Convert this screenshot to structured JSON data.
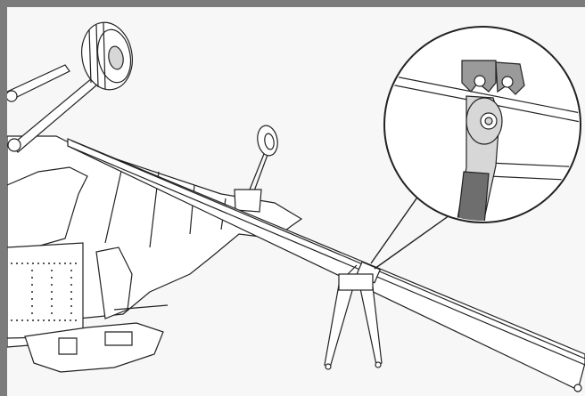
{
  "diagram": {
    "colors": {
      "frame": "#7b7b7b",
      "background": "#f7f7f7",
      "line": "#222222",
      "shade_light": "#d7d7d7",
      "shade_mid": "#9a9a9a",
      "shade_dark": "#6e6e6e"
    },
    "parts": [
      "aircraft-fuselage",
      "main-landing-gear",
      "tail-wheel",
      "support-strut",
      "strut-stand",
      "detail-callout"
    ]
  }
}
